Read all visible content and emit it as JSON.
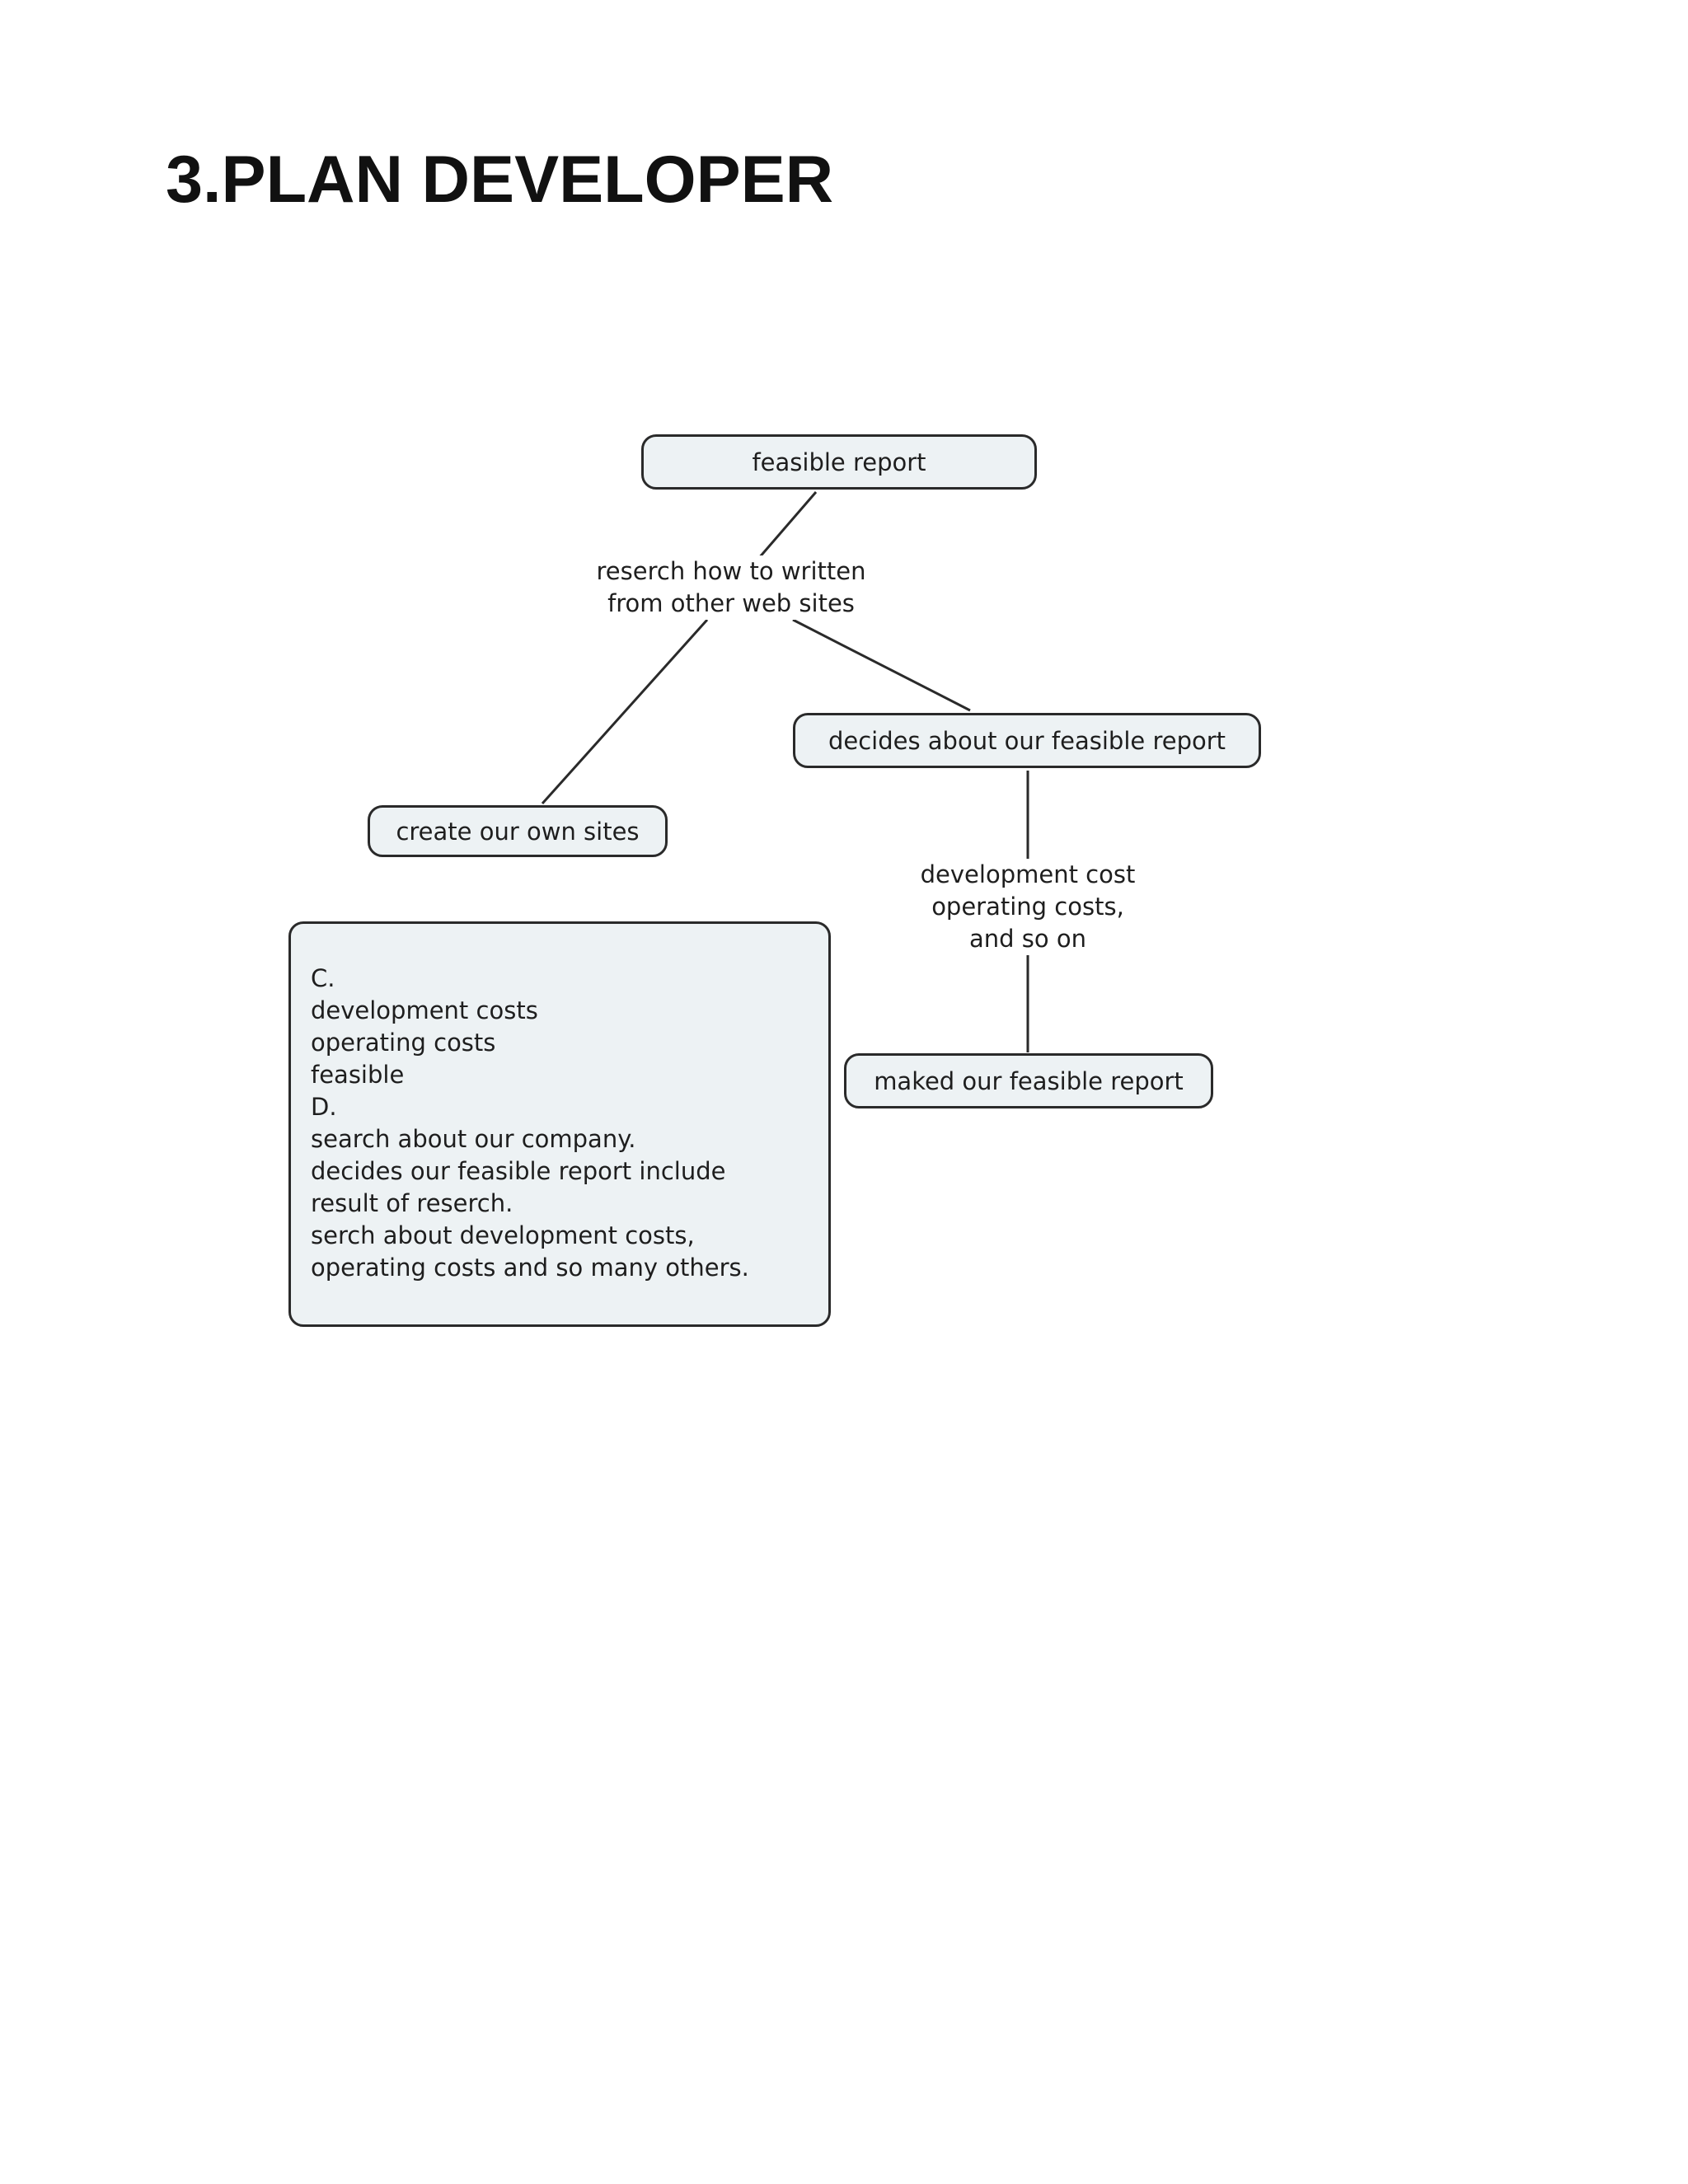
{
  "page": {
    "title": "3.PLAN DEVELOPER"
  },
  "diagram": {
    "nodes": {
      "feasible_report": "feasible report",
      "decides_report": "decides about  our feasible report",
      "create_sites": "create our own sites",
      "maked_report": "maked our feasible report"
    },
    "link_labels": {
      "research": [
        "reserch how to written",
        "from other web sites"
      ],
      "costs": [
        "development cost",
        "operating costs,",
        "and so on"
      ]
    },
    "notes": [
      "C.",
      "development costs",
      "operating costs",
      "feasible",
      "D.",
      "search about our company.",
      "decides our feasible report include",
      "result of reserch.",
      "serch about development costs,",
      "operating costs and so many others."
    ]
  },
  "colors": {
    "node_fill": "#edf2f4",
    "node_border": "#2a2a2a",
    "text": "#1e1e1e"
  }
}
